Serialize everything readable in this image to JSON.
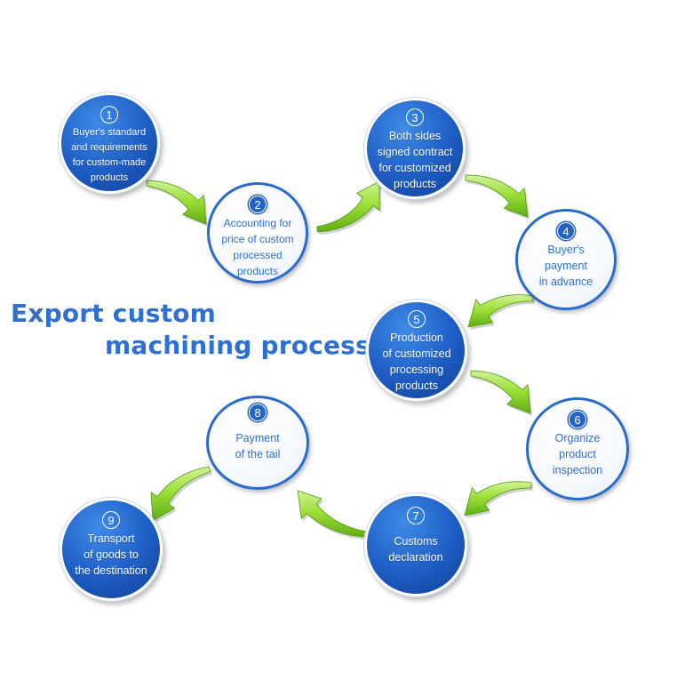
{
  "title": {
    "line1": "Export custom",
    "line2": "machining process"
  },
  "colors": {
    "title": "#2f6fd0",
    "circle_dark": "#1f5fc6",
    "circle_light_border": "#2a6bc9",
    "arrow_green": "#7cc623",
    "arrow_green_light": "#d2f29a"
  },
  "steps": [
    {
      "number": "1",
      "label": "Buyer's standard\nand requirements\nfor custom-made\nproducts",
      "style": "dark"
    },
    {
      "number": "2",
      "label": "Accounting for\nprice of custom\nprocessed\nproducts",
      "style": "light"
    },
    {
      "number": "3",
      "label": "Both sides\nsigned contract\nfor customized\nproducts",
      "style": "dark"
    },
    {
      "number": "4",
      "label": "Buyer's\npayment\nin advance",
      "style": "light"
    },
    {
      "number": "5",
      "label": "Production\nof customized\nprocessing\nproducts",
      "style": "dark"
    },
    {
      "number": "6",
      "label": "Organize\nproduct\ninspection",
      "style": "light"
    },
    {
      "number": "7",
      "label": "Customs\ndeclaration",
      "style": "dark"
    },
    {
      "number": "8",
      "label": "Payment\nof the tail",
      "style": "light"
    },
    {
      "number": "9",
      "label": "Transport\nof goods to\nthe destination",
      "style": "dark"
    }
  ],
  "arrow_icon": "curved-green-arrow"
}
